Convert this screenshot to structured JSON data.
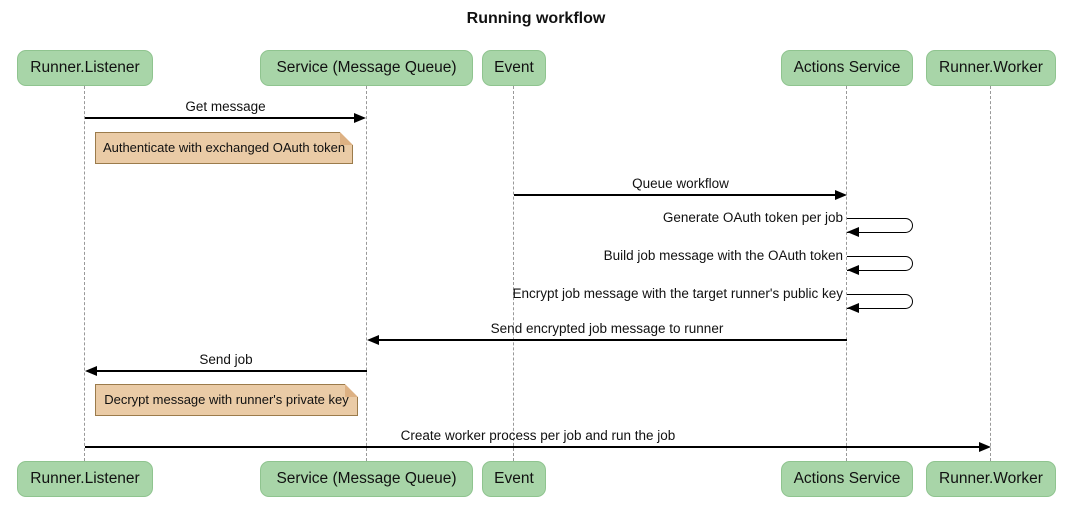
{
  "title": "Running workflow",
  "diagram": {
    "type": "sequence",
    "participants": [
      {
        "id": "runner-listener",
        "label": "Runner.Listener"
      },
      {
        "id": "service-message-queue",
        "label": "Service (Message Queue)"
      },
      {
        "id": "event",
        "label": "Event"
      },
      {
        "id": "actions-service",
        "label": "Actions Service"
      },
      {
        "id": "runner-worker",
        "label": "Runner.Worker"
      }
    ],
    "messages": [
      {
        "type": "message",
        "from": "Runner.Listener",
        "to": "Service (Message Queue)",
        "label": "Get message"
      },
      {
        "type": "note",
        "position": "right of Runner.Listener",
        "label": "Authenticate with exchanged OAuth token"
      },
      {
        "type": "message",
        "from": "Event",
        "to": "Actions Service",
        "label": "Queue workflow"
      },
      {
        "type": "self-message",
        "participant": "Actions Service",
        "label": "Generate OAuth token per job"
      },
      {
        "type": "self-message",
        "participant": "Actions Service",
        "label": "Build job message with the OAuth token"
      },
      {
        "type": "self-message",
        "participant": "Actions Service",
        "label": "Encrypt job message with the target runner's public key"
      },
      {
        "type": "message",
        "from": "Actions Service",
        "to": "Service (Message Queue)",
        "label": "Send encrypted job message to runner"
      },
      {
        "type": "message",
        "from": "Service (Message Queue)",
        "to": "Runner.Listener",
        "label": "Send job"
      },
      {
        "type": "note",
        "position": "right of Runner.Listener",
        "label": "Decrypt message with runner's private key"
      },
      {
        "type": "message",
        "from": "Runner.Listener",
        "to": "Runner.Worker",
        "label": "Create worker process per job and run the job"
      }
    ],
    "colors": {
      "background": "#FFFFFF",
      "actor_fill": "#A8D5A8",
      "actor_border": "#8FC48F",
      "note_fill": "#EACBA6",
      "note_border": "#9B7B4B",
      "lifeline": "#999999",
      "arrow": "#000000",
      "text": "#111111"
    }
  }
}
